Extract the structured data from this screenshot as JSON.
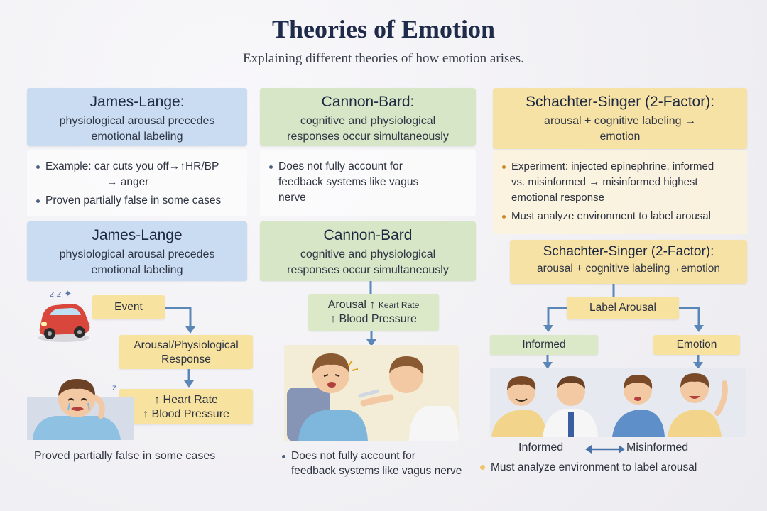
{
  "title": "Theories of Emotion",
  "subtitle": "Explaining different theories of how emotion arises.",
  "james_top": {
    "heading": "James-Lange:",
    "desc_line1": "physiological arousal precedes",
    "desc_line2": "emotional labeling",
    "bullet1_line1": "Example: car cuts you off→↑HR/BP",
    "bullet1_line2": "→ anger",
    "bullet2": "Proven partially false in some cases"
  },
  "cannon_top": {
    "heading": "Cannon-Bard:",
    "desc_line1": "cognitive and physiological",
    "desc_line2": "responses occur simultaneously",
    "bullet1_line1": "Does not fully account for",
    "bullet1_line2": "feedback systems like vagus",
    "bullet1_line3": "nerve"
  },
  "schachter_top": {
    "heading": "Schachter-Singer (2-Factor):",
    "desc_line1": "arousal + cognitive labeling →",
    "desc_line2": "emotion",
    "bullet1_line1": "Experiment: injected epinephrine, informed",
    "bullet1_line2": "vs. misinformed → misinformed highest",
    "bullet1_line3": "emotional response",
    "bullet2": "Must analyze environment to label arousal"
  },
  "james_bottom": {
    "heading": "James-Lange",
    "desc_line1": "physiological arousal precedes",
    "desc_line2": "emotional labeling",
    "event": "Event",
    "arousal_line1": "Arousal/Physiological",
    "arousal_line2": "Response",
    "hr_line1": "↑ Heart Rate",
    "hr_line2": "↑ Blood Pressure",
    "caption": "Proved partially false in some cases"
  },
  "cannon_bottom": {
    "heading": "Cannon-Bard",
    "desc_line1": "cognitive and physiological",
    "desc_line2": "responses occur simultaneously",
    "arousal_main": "Arousal ↑",
    "arousal_small": "Keart Rate",
    "bp": "↑ Blood Pressure",
    "caption_line1": "Does not fully account for",
    "caption_line2": "feedback systems like vagus nerve"
  },
  "schachter_bottom": {
    "heading": "Schachter-Singer (2-Factor):",
    "desc": "arousal + cognitive labeling→emotion",
    "label_arousal": "Label Arousal",
    "informed": "Informed",
    "emotion": "Emotion",
    "informed_caption": "Informed",
    "misinformed_caption": "Misinformed",
    "final_caption": "Must analyze environment to label arousal"
  },
  "colors": {
    "blue_header": "#c9dcf1",
    "green_header": "#d6e6c6",
    "yellow_header": "#f7e2a6",
    "arrow": "#5b86b8"
  },
  "icons": [
    "car-icon",
    "sleep-zzz-icon",
    "crying-boy-icon",
    "injection-scene-icon",
    "doctor-icon",
    "boys-reacting-icon"
  ]
}
